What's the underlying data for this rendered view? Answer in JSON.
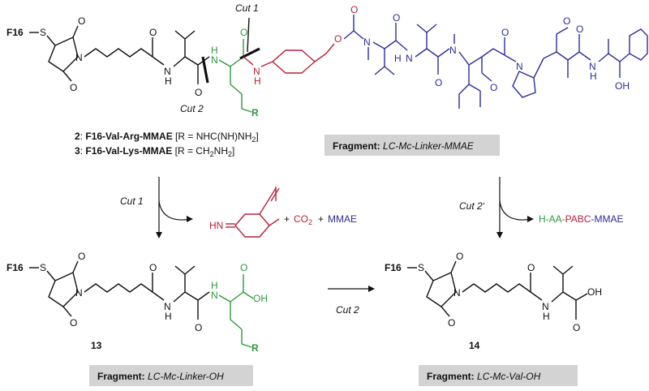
{
  "colors": {
    "green": "#2a9a3a",
    "red": "#b8203a",
    "blue": "#2c2c9a",
    "box": "#d3d3d3"
  },
  "top": {
    "f16": "F16",
    "s": "S",
    "o": "O",
    "n": "N",
    "h": "H",
    "r": "R",
    "oh": "OH",
    "cut1": "Cut 1",
    "cut2": "Cut 2",
    "compound2_num": "2",
    "compound2_name": "F16-Val-Arg-MMAE",
    "compound2_r": "[R = NHC(NH)NH",
    "compound2_r_sub": "2",
    "compound2_r_end": "]",
    "compound3_num": "3",
    "compound3_name": "F16-Val-Lys-MMAE",
    "compound3_r": "[R = CH",
    "compound3_r_sub1": "2",
    "compound3_r_mid": "NH",
    "compound3_r_sub2": "2",
    "compound3_r_end": "]",
    "fragment_label": "Fragment:",
    "fragment_name": "LC-Mc-Linker-MMAE"
  },
  "middle": {
    "cut1": "Cut 1",
    "hn": "HN",
    "plus1": "+",
    "co2": "CO",
    "co2_sub": "2",
    "plus2": "+",
    "mmae": "MMAE",
    "cut2prime": "Cut 2‘",
    "h_aa": "H-AA-",
    "pabc": "PABC",
    "mmae2": "-MMAE"
  },
  "bottom": {
    "cut2": "Cut 2",
    "compound13": "13",
    "compound14": "14",
    "fragment_label": "Fragment:",
    "fragment13_name": "LC-Mc-Linker-OH",
    "fragment14_name": "LC-Mc-Val-OH"
  }
}
